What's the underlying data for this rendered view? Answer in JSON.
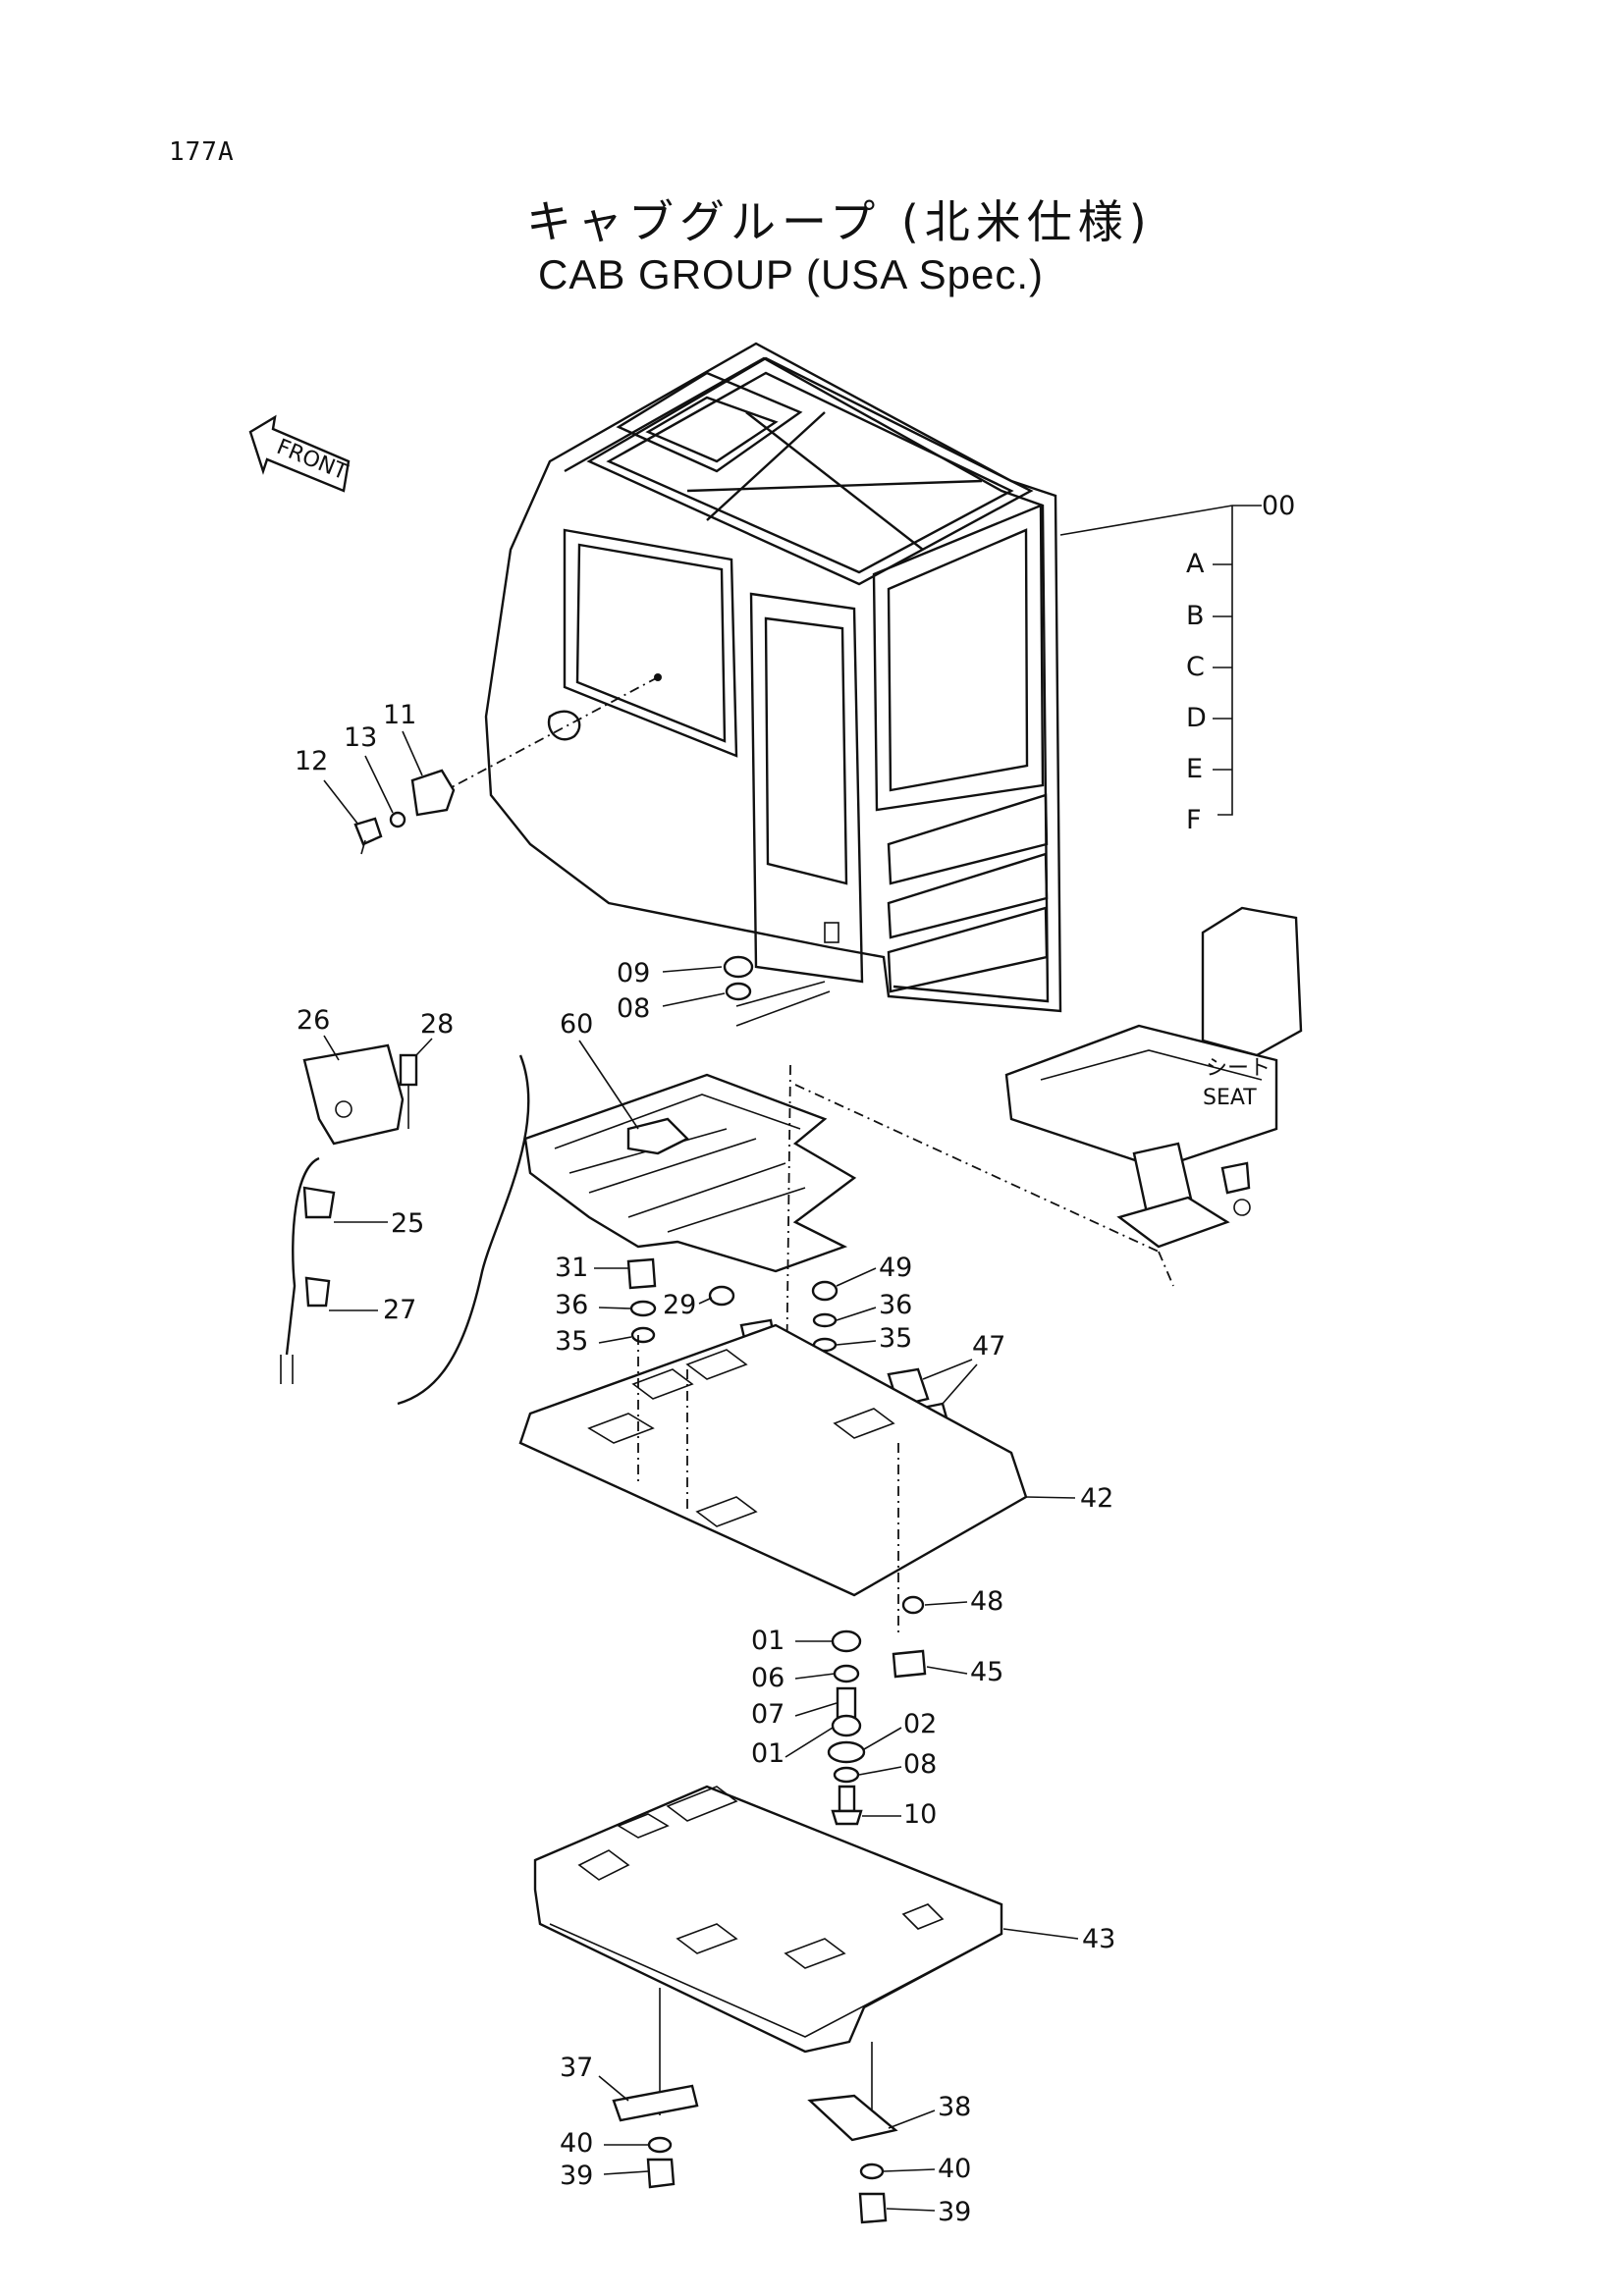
{
  "page_number": "177A",
  "title_jp": "キャブグループ (北米仕様)",
  "title_en": "CAB GROUP (USA Spec.)",
  "front_arrow_label": "FRONT",
  "seat_label_jp": "シート",
  "seat_label_en": "SEAT",
  "main_part": "00",
  "variants": [
    "A",
    "B",
    "C",
    "D",
    "E",
    "F"
  ],
  "callouts": {
    "c11": "11",
    "c12": "12",
    "c13": "13",
    "c09a": "09",
    "c08a": "08",
    "c26": "26",
    "c28": "28",
    "c25": "25",
    "c27": "27",
    "c60": "60",
    "c31": "31",
    "c36a": "36",
    "c35a": "35",
    "c29": "29",
    "c49": "49",
    "c36b": "36",
    "c35b": "35",
    "c47": "47",
    "c42": "42",
    "c48": "48",
    "c45": "45",
    "c01a": "01",
    "c06": "06",
    "c07": "07",
    "c01b": "01",
    "c02": "02",
    "c08b": "08",
    "c10": "10",
    "c43": "43",
    "c37": "37",
    "c40a": "40",
    "c39a": "39",
    "c38": "38",
    "c40b": "40",
    "c39b": "39"
  }
}
